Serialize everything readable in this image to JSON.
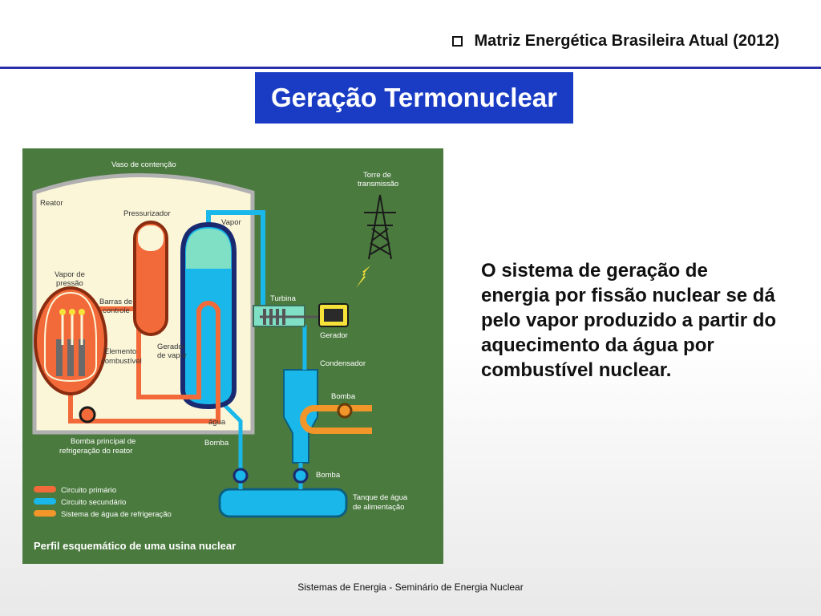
{
  "header": {
    "title": "Matriz Energética Brasileira Atual (2012)"
  },
  "slide": {
    "title": "Geração Termonuclear"
  },
  "diagram": {
    "labels": {
      "vaso": "Vaso de contenção",
      "reator": "Reator",
      "pressurizador": "Pressurizador",
      "vapor_pressao_1": "Vapor de",
      "vapor_pressao_2": "pressão",
      "barras_1": "Barras de",
      "barras_2": "controle",
      "elemento_1": "Elemento",
      "elemento_2": "combustível",
      "gerador_vapor_1": "Gerador",
      "gerador_vapor_2": "de vapor",
      "vapor": "Vapor",
      "agua": "água",
      "turbina": "Turbina",
      "gerador": "Gerador",
      "torre_1": "Torre de",
      "torre_2": "transmissão",
      "condensador": "Condensador",
      "bomba1": "Bomba",
      "bomba2": "Bomba",
      "bomba3": "Bomba",
      "bomba_principal_1": "Bomba principal de",
      "bomba_principal_2": "refrigeração do reator",
      "tanque_1": "Tanque de água",
      "tanque_2": "de alimentação",
      "caption": "Perfil esquemático de uma usina nuclear"
    },
    "legend": [
      {
        "label": "Circuito primário",
        "color": "#f26a3a"
      },
      {
        "label": "Circuito secundário",
        "color": "#1ab8ea"
      },
      {
        "label": "Sistema de água de refrigeração",
        "color": "#f2962a"
      }
    ]
  },
  "description": "O sistema de geração de energia por fissão nuclear se dá pelo vapor produzido a partir do aquecimento da água por combustível nuclear.",
  "footer": "Sistemas de Energia - Seminário de Energia Nuclear"
}
